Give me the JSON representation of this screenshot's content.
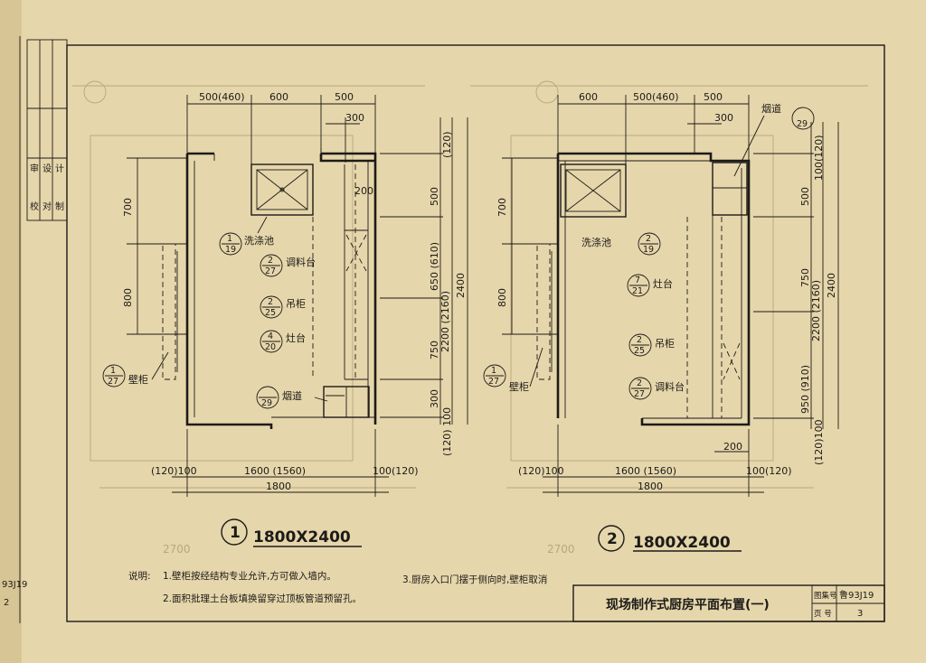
{
  "plan1": {
    "number": "1",
    "size": "1800X2400",
    "top_dims": [
      "500(460)",
      "600",
      "500"
    ],
    "dim_300": "300",
    "dim_200": "200",
    "left_dims": [
      "700",
      "800"
    ],
    "right_dims": [
      "(120)",
      "500",
      "650 (610)",
      "750",
      "300",
      "(120) 100"
    ],
    "overall_dims": [
      "2200 (2160)",
      "2400"
    ],
    "bottom_dims": [
      "(120)100",
      "1600 (1560)",
      "100(120)",
      "1800"
    ],
    "callouts": [
      {
        "top": "1",
        "bottom": "19",
        "label": "洗涤池"
      },
      {
        "top": "2",
        "bottom": "27",
        "label": "调料台"
      },
      {
        "top": "2",
        "bottom": "25",
        "label": "吊柜"
      },
      {
        "top": "4",
        "bottom": "20",
        "label": "灶台"
      },
      {
        "top": "",
        "bottom": "29",
        "label": "烟道"
      },
      {
        "top": "1",
        "bottom": "27",
        "label": "壁柜"
      }
    ]
  },
  "plan2": {
    "number": "2",
    "size": "1800X2400",
    "top_dims": [
      "600",
      "500(460)",
      "500"
    ],
    "dim_300": "300",
    "dim_200": "200",
    "left_dims": [
      "700",
      "800"
    ],
    "right_dims": [
      "100(120)",
      "500",
      "750",
      "950 (910)",
      "(120)100"
    ],
    "overall_dims": [
      "2200 (2160)",
      "2400"
    ],
    "bottom_dims": [
      "(120)100",
      "1600 (1560)",
      "100(120)",
      "1800"
    ],
    "callouts": [
      {
        "top": "",
        "bottom": "29",
        "label": "烟道"
      },
      {
        "top": "2",
        "bottom": "19",
        "label": "洗涤池"
      },
      {
        "top": "7",
        "bottom": "21",
        "label": "灶台"
      },
      {
        "top": "2",
        "bottom": "25",
        "label": "吊柜"
      },
      {
        "top": "2",
        "bottom": "27",
        "label": "调料台"
      },
      {
        "top": "1",
        "bottom": "27",
        "label": "壁柜"
      }
    ]
  },
  "notes": {
    "heading": "说明:",
    "items": [
      "1.壁柜按经结构专业允许,方可做入墙内。",
      "2.面积批理土台板填换留穿过顶板管道预留孔。",
      "3.厨房入口门摆于侧向时,壁柜取消"
    ]
  },
  "title_block": {
    "title": "现场制作式厨房平面布置(一)",
    "atlas_label": "图集号",
    "atlas_no": "鲁93J19",
    "page_label": "页 号",
    "page_no": "3"
  },
  "side_strip": {
    "atlas_no": "93J19",
    "page_no": "2",
    "labels": [
      "审",
      "设",
      "计",
      "校",
      "对",
      "制"
    ]
  }
}
